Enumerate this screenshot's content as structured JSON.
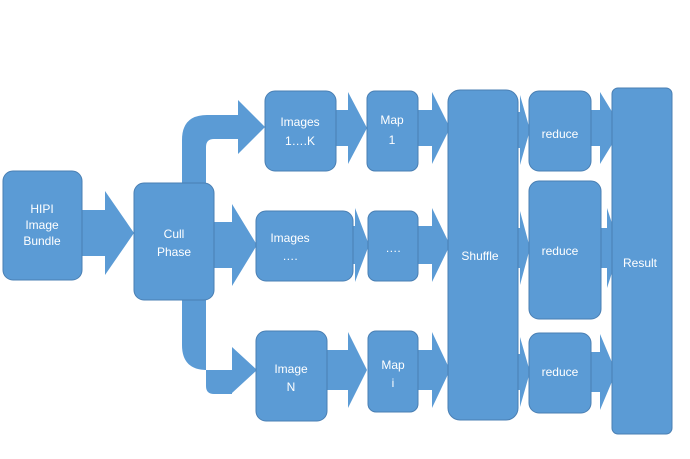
{
  "nodes": {
    "hipi": {
      "lines": [
        "HIPI",
        "Image",
        "Bundle"
      ]
    },
    "cull": {
      "lines": [
        "Cull",
        "Phase"
      ]
    },
    "images_top": {
      "lines": [
        "Images",
        "1….K"
      ]
    },
    "images_mid": {
      "lines": [
        "Images",
        "…."
      ]
    },
    "image_bot": {
      "lines": [
        "Image",
        "N"
      ]
    },
    "map_top": {
      "lines": [
        "Map",
        "1"
      ]
    },
    "map_mid": {
      "lines": [
        "…."
      ]
    },
    "map_bot": {
      "lines": [
        "Map",
        "i"
      ]
    },
    "shuffle": {
      "lines": [
        "Shuffle"
      ]
    },
    "reduce_top": {
      "lines": [
        "reduce"
      ]
    },
    "reduce_mid": {
      "lines": [
        "reduce"
      ]
    },
    "reduce_bot": {
      "lines": [
        "reduce"
      ]
    },
    "result": {
      "lines": [
        "Result"
      ]
    }
  },
  "colors": {
    "box_fill": "#5b9bd5",
    "box_stroke": "#4a7fb3",
    "text": "#ffffff"
  }
}
